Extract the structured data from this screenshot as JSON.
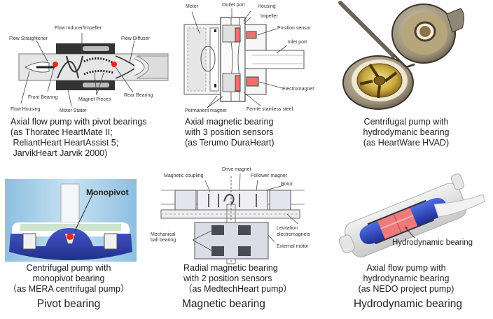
{
  "panels": {
    "axial_pivot": {
      "labels": {
        "flow_inducer": "Flow Inducer/Impeller",
        "flow_straightener": "Flow Straightener",
        "flow_diffuser": "Flow Diffuser",
        "front_bearing": "Front Bearing",
        "magnet_pieces": "Magnet Pieces",
        "rear_bearing": "Rear Bearing",
        "flow_housing": "Flow Housing",
        "motor_stator": "Motor Stator"
      },
      "caption": [
        "Axial flow pump with pivot bearings",
        "(as Thoratec HeartMate II;",
        " ReliantHeart HeartAssist 5;",
        " JarvikHeart Jarvik 2000)"
      ]
    },
    "axial_magnetic": {
      "labels": {
        "motor": "Motor",
        "outlet_port": "Outlet port",
        "housing": "Housing",
        "impeller": "Impeller",
        "position_sensor": "Position sensor",
        "inlet_port": "Inlet port",
        "electromagnet": "Electromagnet",
        "permanent_magnet": "Permanent magnet",
        "ferrite": "Ferrite stainless steel"
      },
      "caption": [
        "Axial magnetic bearing",
        "with 3 position sensors",
        "(as Terumo DuraHeart)"
      ]
    },
    "centrifugal_hydro": {
      "caption": [
        "Centrifugal pump with",
        "hydrodymanic bearing",
        "(as HeartWare HVAD)"
      ]
    },
    "monopivot": {
      "labels": {
        "monopivot": "Monopivot"
      },
      "caption": [
        "Centrifugal pump with",
        "monopivot bearing",
        "（as MERA centrifugal pump）"
      ],
      "category": "Pivot bearing"
    },
    "radial_magnetic": {
      "labels": {
        "magnetic_coupling": "Magnetic coupling",
        "drive_magnet": "Drive magnet",
        "follower_magnet": "Follower magnet",
        "rotor": "Rotor",
        "levitation": "Levitation",
        "electromagnets": "electromagnets",
        "mechanical": "Mechanical",
        "ball_bearing": "ball bearing",
        "external_motor": "External motor"
      },
      "caption": [
        "Radial magnetic bearing",
        "with 2 position sensors",
        "（as MedtechHeart pump）"
      ],
      "category": "Magnetic bearing"
    },
    "axial_hydro": {
      "labels": {
        "hydrodynamic_bearing": "Hydrodynamic bearing"
      },
      "caption": [
        "Axial flow pump with",
        "hydrodynamic bearing",
        "(as NEDO project pump)"
      ],
      "category": "Hydrodynamic bearing"
    }
  },
  "colors": {
    "bearing_red": "#e8281e",
    "sensor_pink": "#f07070",
    "gold": "#c9a83a",
    "blue_casing": "#2f3f9e",
    "bg_blue": "#a9cfe8"
  }
}
